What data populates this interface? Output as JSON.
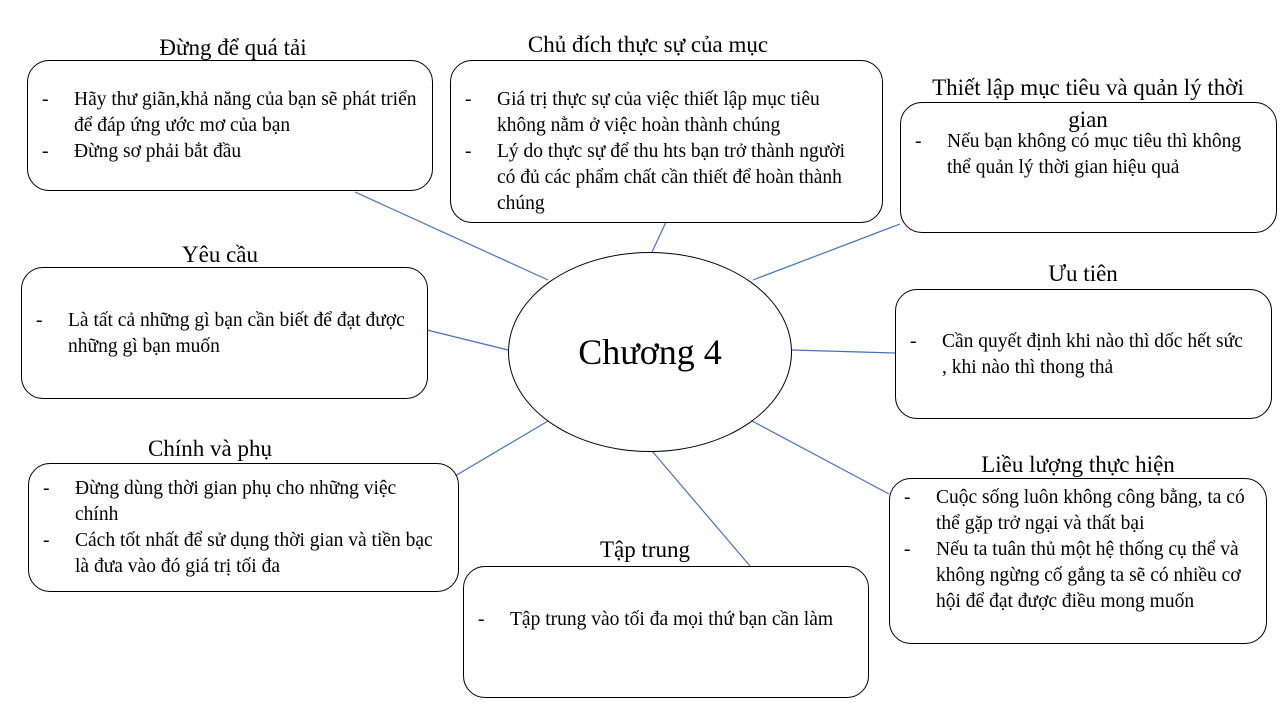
{
  "center": {
    "label": "Chương 4"
  },
  "line_color": "#4472C4",
  "nodes": [
    {
      "title": "Đừng để quá tải",
      "items": [
        "Hãy thư giãn,khả năng của bạn sẽ phát triển để đáp ứng ước mơ của bạn",
        "Đừng sơ phải bắt đầu"
      ]
    },
    {
      "title": "Chủ đích thực sự của mục",
      "items": [
        "Giá trị thực sự của việc thiết lập mục tiêu không nằm ở việc hoàn thành chúng",
        "Lý do thực sự để thu hts bạn trở thành người có đủ các phẩm chất cần thiết để hoàn thành chúng"
      ]
    },
    {
      "title": "Thiết lập mục tiêu và quản lý thời gian",
      "items": [
        "Nếu bạn không có mục tiêu thì không thể quản lý thời gian hiệu quả"
      ]
    },
    {
      "title": "Yêu cầu",
      "items": [
        "Là tất cả những gì bạn cần biết để đạt được những gì bạn muốn"
      ]
    },
    {
      "title": "Ưu tiên",
      "items": [
        "Cần quyết định khi nào thì dốc hết sức , khi nào thì thong thả"
      ]
    },
    {
      "title": "Chính và phụ",
      "items": [
        "Đừng dùng thời gian phụ cho những việc chính",
        "Cách tốt nhất để sử dụng thời gian và tiền bạc là đưa vào đó giá trị tối đa"
      ]
    },
    {
      "title": "Tập trung",
      "items": [
        "Tập trung vào tối đa mọi thứ bạn cần làm"
      ]
    },
    {
      "title": "Liều lượng thực hiện",
      "items": [
        "Cuộc sống luôn không công bằng, ta có thể gặp trở ngại và thất bại",
        "Nếu ta tuân thủ một hệ thống cụ thể và không ngừng cố gắng ta sẽ có nhiều cơ hội để đạt được điều mong muốn"
      ]
    }
  ]
}
